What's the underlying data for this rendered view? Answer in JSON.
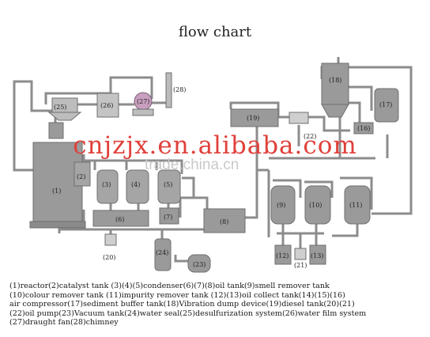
{
  "title": "flow chart",
  "watermark_primary": "cnjzjx.en.alibaba.com",
  "watermark_secondary": "trade.china.cn",
  "labels": {
    "n1": "(1)",
    "n2": "(2)",
    "n3": "(3)",
    "n4": "(4)",
    "n5": "(5)",
    "n6": "(6)",
    "n7": "(7)",
    "n8": "(8)",
    "n9": "(9)",
    "n10": "(10)",
    "n11": "(11)",
    "n12": "(12)",
    "n13": "(13)",
    "n16": "(16)",
    "n17": "(17)",
    "n18": "(18)",
    "n19": "(19)",
    "n20": "(20)",
    "n21": "(21)",
    "n22": "(22)",
    "n23": "(23)",
    "n24": "(24)",
    "n25": "(25)",
    "n26": "(26)",
    "n27": "(27)",
    "n28": "(28)"
  },
  "legend": [
    "(1)reactor(2)catalyst tank (3)(4)(5)condenser(6)(7)(8)oil tank(9)smell remover tank",
    "(10)colour remover tank (11)impurity remover tank  (12)(13)oil collect tank(14)(15)(16)",
    "air compressor(17)sediment buffer tank(18)Vibration dump device(19)diesel tank(20)(21)",
    "(22)oil pump(23)Vacuum tank(24)water seal(25)desulfurization system(26)water film system",
    "(27)draught fan(28)chimney"
  ],
  "colors": {
    "equipment": "#9a9a9a",
    "equipment_dark": "#6f6f6f",
    "pipe": "#8c8c8c",
    "fan": "#c99fc0",
    "watermark_red": "#e0403a"
  }
}
